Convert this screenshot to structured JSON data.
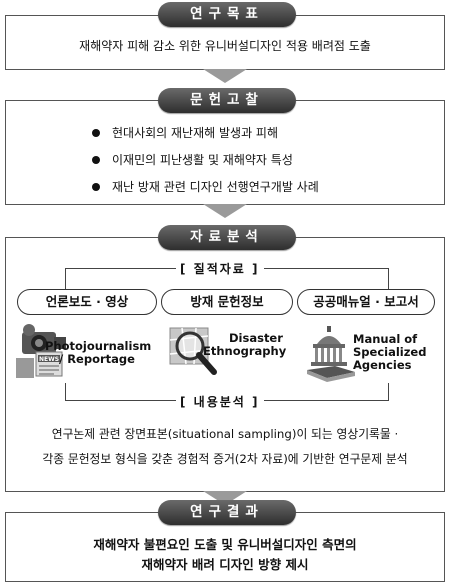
{
  "sections": {
    "goal": {
      "title": "연구목표",
      "text": "재해약자 피해 감소 위한  유니버설디자인 적용 배려점 도출"
    },
    "literature": {
      "title": "문헌고찰",
      "items": [
        "현대사회의 재난재해 발생과 피해",
        "이재민의 피난생활 및 재해약자 특성",
        "재난 방재 관련 디자인 선행연구개발 사례"
      ]
    },
    "analysis": {
      "title": "자료분석",
      "qualitative_label": "[ 질적자료 ]",
      "categories": [
        "언론보도 · 영상",
        "방재  문헌정보",
        "공공매뉴얼 · 보고서"
      ],
      "icon_labels": {
        "photo": "Photojournalism / Reportage",
        "photo_line1": "Photojournalism",
        "photo_line2": "/ Reportage",
        "news_badge": "NEWS",
        "disaster_line1": "Disaster",
        "disaster_line2": "Ethnography",
        "manual_line1": "Manual of",
        "manual_line2": "Specialized",
        "manual_line3": "Agencies"
      },
      "content_label": "[ 내용분석 ]",
      "text_line1": "연구논제 관련 장면표본(situational sampling)이 되는 영상기록물 ·",
      "text_line2": "각종 문헌정보 형식을 갖춘 경험적 증거(2차 자료)에 기반한 연구문제 분석"
    },
    "result": {
      "title": "연구결과",
      "line1": "재해약자 불편요인 도출 및 유니버설디자인 측면의",
      "line2": "재해약자 배려 디자인 방향 제시"
    }
  },
  "colors": {
    "pill_dark": "#2e2e2e",
    "arrow_gray": "#9a9a9a",
    "border": "#555555"
  }
}
